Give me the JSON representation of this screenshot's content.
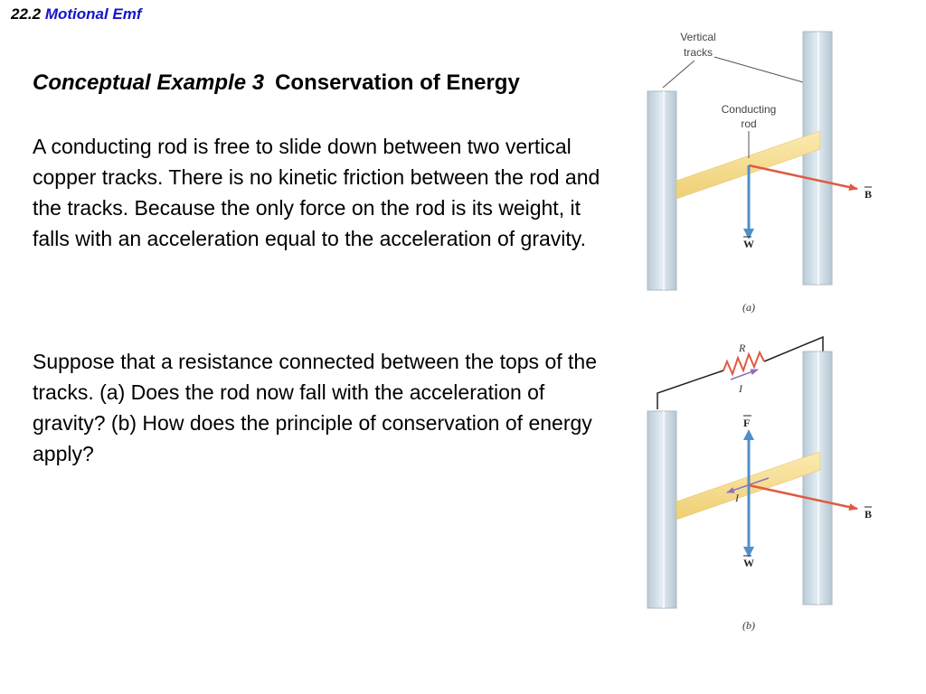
{
  "header": {
    "number": "22.2",
    "title": "Motional Emf"
  },
  "example": {
    "lead": "Conceptual Example 3",
    "title": "Conservation of Energy",
    "paragraph1": "A conducting rod is free to slide down between two vertical copper tracks.  There is no kinetic friction between the rod and the tracks.  Because the only force on the rod is its weight, it falls with an acceleration equal to the acceleration of gravity.",
    "paragraph2": "Suppose that a resistance connected between the tops of the tracks.  (a) Does the rod now fall with the acceleration of gravity?  (b)  How does the principle of conservation of energy apply?"
  },
  "figure": {
    "label_vertical": "Vertical",
    "label_tracks": "tracks",
    "label_conducting": "Conducting",
    "label_rod": "rod",
    "vec_B": "B",
    "vec_W": "W",
    "vec_F": "F",
    "sym_R": "R",
    "sym_I": "I",
    "caption_a": "(a)",
    "caption_b": "(b)",
    "colors": {
      "track": "#c9d7e0",
      "rod": "#f6dd8c",
      "b_arrow": "#e05a43",
      "w_arrow": "#4f8fc9",
      "current": "#8f72b8"
    }
  }
}
